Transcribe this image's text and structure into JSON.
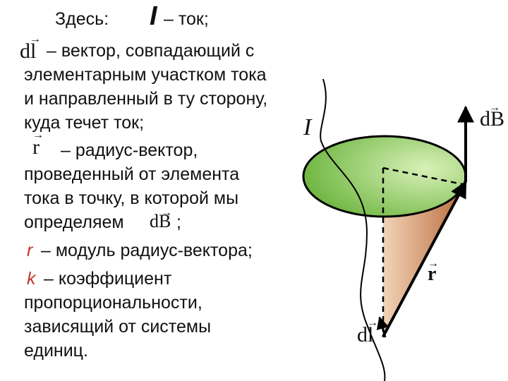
{
  "text": {
    "here": "Здесь:",
    "i_symbol": "I",
    "i_desc": "– ток;",
    "dl_symbol": "dl",
    "dl_desc_1": "– вектор, совпадающий с",
    "dl_desc_2": "элементарным участком тока",
    "dl_desc_3": "и направленный в ту сторону,",
    "dl_desc_4": "куда течет ток;",
    "r_symbol": "r",
    "r_desc_1": "– радиус-вектор,",
    "r_desc_2": "проведенный от элемента",
    "r_desc_3": "тока в точку, в которой мы",
    "r_desc_4": "определяем",
    "db_inline": "dB",
    "semicolon": ";",
    "r_mod_symbol": "r",
    "r_mod_desc": "– модуль радиус-вектора;",
    "k_symbol": "k",
    "k_desc_1": "– коэффициент",
    "k_desc_2": "пропорциональности,",
    "k_desc_3": "зависящий от системы",
    "k_desc_4": "единиц."
  },
  "figure": {
    "current_label": "I",
    "db_label": "dB",
    "r_label": "r",
    "dl_label": "dl",
    "colors": {
      "disk_light": "#c8e6a0",
      "disk_dark": "#6ab43c",
      "cone_light": "#f2d3b8",
      "cone_dark": "#b86a3a"
    }
  }
}
